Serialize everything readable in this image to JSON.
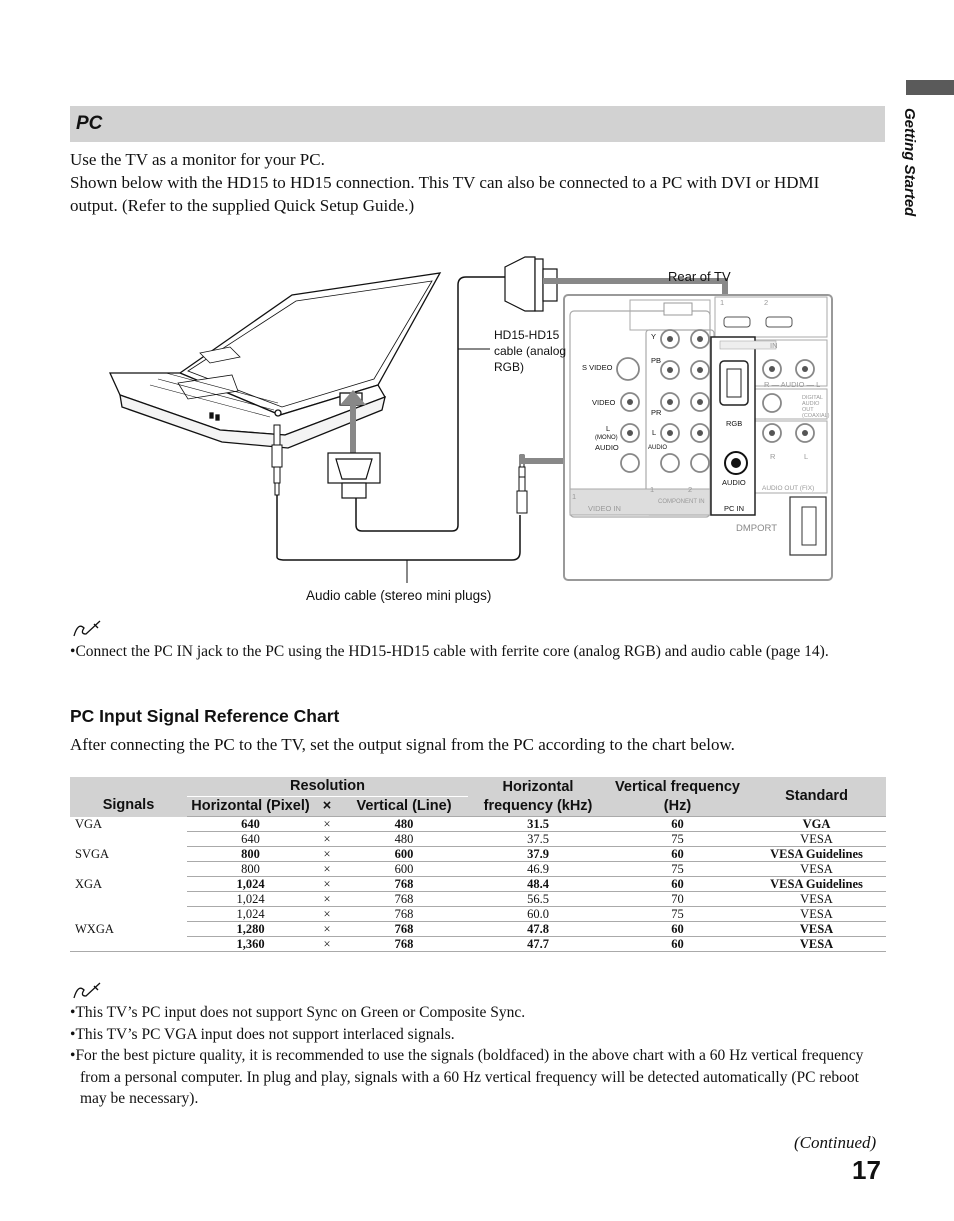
{
  "side_label": "Getting Started",
  "section_title": "PC",
  "intro": {
    "line1": "Use the TV as a monitor for your PC.",
    "line2": "Shown below with the HD15 to HD15 connection. This TV can also be connected to a PC with DVI or HDMI output. (Refer to the supplied Quick Setup Guide.)"
  },
  "diagram": {
    "rear_of_tv": "Rear of TV",
    "cable_label": [
      "HD15-HD15",
      "cable (analog",
      "RGB)"
    ],
    "audio_cable": "Audio cable (stereo mini plugs)",
    "panel": {
      "svideo": "S VIDEO",
      "video": "VIDEO",
      "l_mono": "L",
      "mono": "(MONO)",
      "audio": "AUDIO",
      "y": "Y",
      "pb": "PB",
      "pr": "PR",
      "l": "L",
      "audio2": "AUDIO",
      "rgb": "RGB",
      "audio_jack": "AUDIO",
      "pc_in": "PC IN",
      "video_in": "VIDEO  IN",
      "component_in": "COMPONENT IN",
      "hdmi_in": "IN",
      "hdmi_1": "1",
      "hdmi_2": "2",
      "r_audio_l": "R — AUDIO — L",
      "digital": [
        "DIGITAL",
        "AUDIO",
        "OUT",
        "(COAXIAL)"
      ],
      "r": "R",
      "l2": "L",
      "audio_out": "AUDIO OUT (FIX)",
      "dmport": "DMPORT",
      "num1": "1",
      "num1b": "1",
      "num2": "2"
    }
  },
  "note1": "Connect the PC IN jack to the PC using the HD15-HD15 cable with ferrite core (analog RGB) and audio cable (page 14).",
  "chart_title": "PC Input Signal Reference Chart",
  "chart_intro": "After connecting the PC to the TV, set the output signal from the PC according to the chart below.",
  "table": {
    "headers": {
      "signals": "Signals",
      "resolution": "Resolution",
      "horizontal": "Horizontal (Pixel)",
      "times": "×",
      "vertical": "Vertical (Line)",
      "h_freq": "Horizontal frequency (kHz)",
      "v_freq": "Vertical frequency (Hz)",
      "standard": "Standard"
    },
    "rows": [
      {
        "signal": "VGA",
        "h": "640",
        "x": "×",
        "v": "480",
        "hf": "31.5",
        "vf": "60",
        "std": "VGA"
      },
      {
        "signal": "",
        "h": "640",
        "x": "×",
        "v": "480",
        "hf": "37.5",
        "vf": "75",
        "std": "VESA"
      },
      {
        "signal": "SVGA",
        "h": "800",
        "x": "×",
        "v": "600",
        "hf": "37.9",
        "vf": "60",
        "std": "VESA Guidelines"
      },
      {
        "signal": "",
        "h": "800",
        "x": "×",
        "v": "600",
        "hf": "46.9",
        "vf": "75",
        "std": "VESA"
      },
      {
        "signal": "XGA",
        "h": "1,024",
        "x": "×",
        "v": "768",
        "hf": "48.4",
        "vf": "60",
        "std": "VESA Guidelines"
      },
      {
        "signal": "",
        "h": "1,024",
        "x": "×",
        "v": "768",
        "hf": "56.5",
        "vf": "70",
        "std": "VESA"
      },
      {
        "signal": "",
        "h": "1,024",
        "x": "×",
        "v": "768",
        "hf": "60.0",
        "vf": "75",
        "std": "VESA"
      },
      {
        "signal": "WXGA",
        "h": "1,280",
        "x": "×",
        "v": "768",
        "hf": "47.8",
        "vf": "60",
        "std": "VESA"
      },
      {
        "signal": "",
        "h": "1,360",
        "x": "×",
        "v": "768",
        "hf": "47.7",
        "vf": "60",
        "std": "VESA"
      }
    ]
  },
  "notes2": [
    "This TV’s PC input does not support Sync on Green or Composite Sync.",
    "This TV’s PC VGA input does not support interlaced signals.",
    "For the best picture quality, it is recommended to use the signals (boldfaced) in the above chart with a 60 Hz vertical frequency from a personal computer. In plug and play, signals with a 60 Hz vertical frequency will be detected automatically (PC reboot may be necessary)."
  ],
  "continued": "(Continued)",
  "page_number": "17"
}
